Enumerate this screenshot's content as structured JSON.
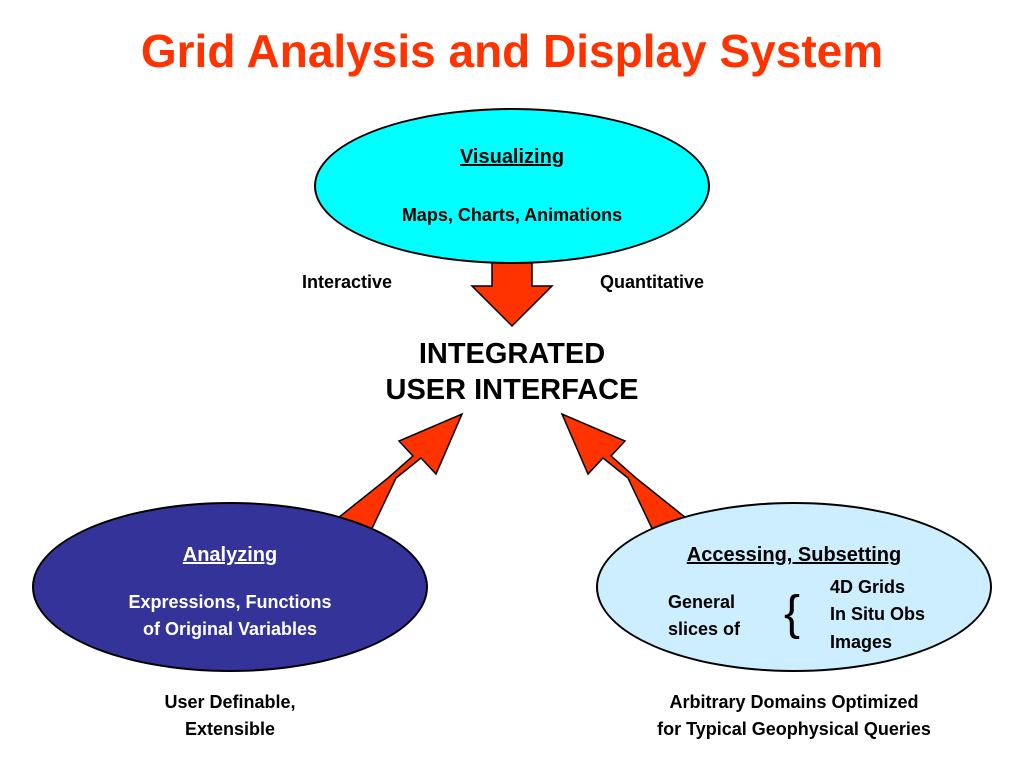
{
  "title": "Grid Analysis and Display System",
  "visualizing": {
    "heading": "Visualizing",
    "subtitle": "Maps, Charts, Animations"
  },
  "arrow_labels": {
    "left": "Interactive",
    "right": "Quantitative"
  },
  "center": {
    "line1": "INTEGRATED",
    "line2": "USER INTERFACE"
  },
  "analyzing": {
    "heading": "Analyzing",
    "line1": "Expressions, Functions",
    "line2": "of Original Variables",
    "caption_line1": "User Definable,",
    "caption_line2": "Extensible"
  },
  "accessing": {
    "heading": "Accessing, Subsetting",
    "general_line1": "General",
    "general_line2": "slices of",
    "brace": "{",
    "items": [
      "4D Grids",
      "In Situ Obs",
      "Images"
    ],
    "caption_line1": "Arbitrary Domains Optimized",
    "caption_line2": "for Typical Geophysical Queries"
  },
  "colors": {
    "title": "#ff3300",
    "arrow_fill": "#ff3300",
    "visualizing_fill": "#00ffff",
    "analyzing_fill": "#333399",
    "accessing_fill": "#cceeff"
  }
}
